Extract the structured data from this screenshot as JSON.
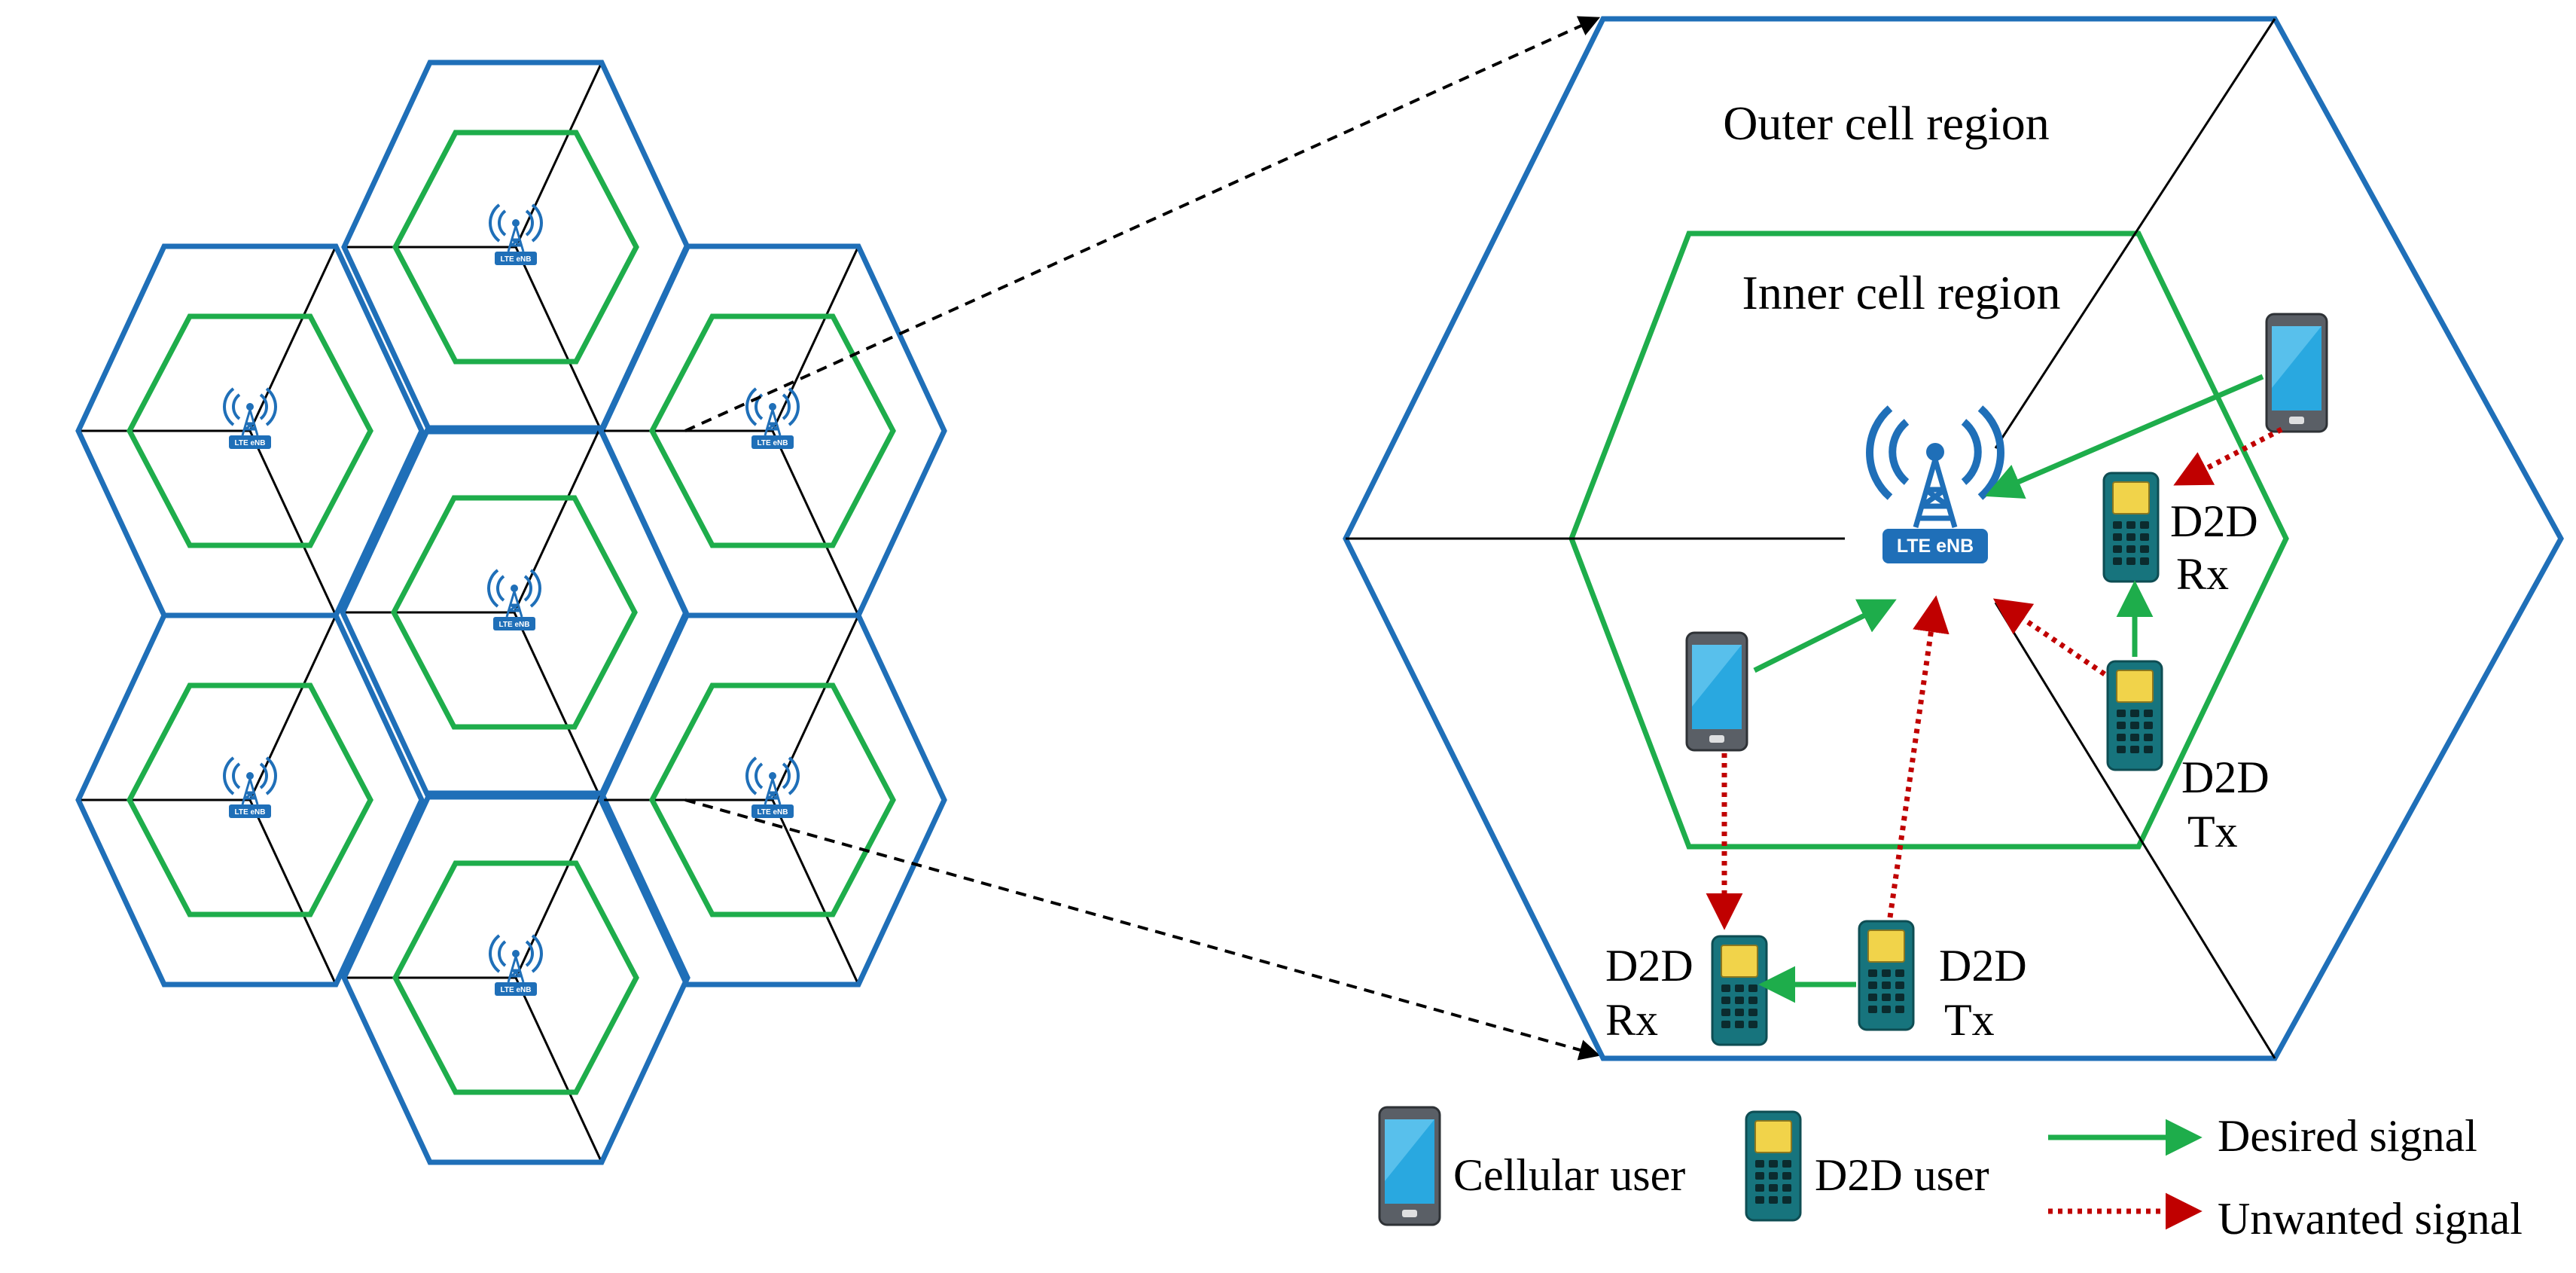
{
  "labels": {
    "outer_region": "Outer cell region",
    "inner_region": "Inner cell region",
    "enb": "LTE eNB",
    "d2d_rx_right": [
      "D2D",
      "Rx"
    ],
    "d2d_tx_right": [
      "D2D",
      "Tx"
    ],
    "d2d_rx_bottom": [
      "D2D",
      "Rx"
    ],
    "d2d_tx_bottom": [
      "D2D",
      "Tx"
    ]
  },
  "legend": {
    "cellular_user": "Cellular user",
    "d2d_user": "D2D user",
    "desired_signal": "Desired signal",
    "unwanted_signal": "Unwanted signal"
  },
  "colors": {
    "outer_hex": "#1f6fb8",
    "inner_hex": "#1ead4b",
    "enb_blue": "#1f6fb8",
    "desired": "#1ead4b",
    "unwanted": "#c00000",
    "leader": "#000000"
  },
  "icons": {
    "enb": "cell-tower-icon",
    "cellular_user": "smartphone-icon",
    "d2d_user": "keypad-phone-icon"
  }
}
